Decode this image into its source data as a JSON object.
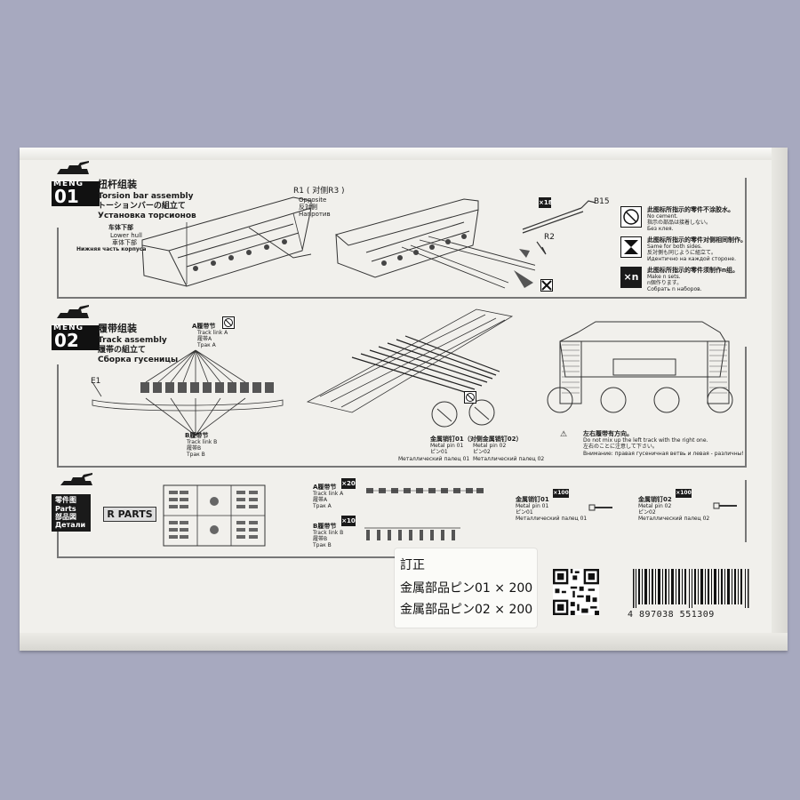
{
  "step1": {
    "brand": "MENG",
    "number": "01",
    "title_cn": "扭杆组装",
    "title_en": "Torsion bar assembly",
    "title_jp": "トーションバーの組立て",
    "title_ru": "Установка торсионов",
    "lower_hull_cn": "车体下部",
    "lower_hull_en": "Lower hull",
    "lower_hull_jp": "車体下部",
    "lower_hull_ru": "Нижняя часть корпуса",
    "r1_label": "R1 ( 对侧R3 )",
    "opposite_en": "Opposite",
    "opposite_jp": "反対側",
    "opposite_ru": "Напротив",
    "qty": "×18",
    "b15": "B15",
    "r2": "R2"
  },
  "notes": {
    "no_cement_cn": "此图标所指示的零件不涂胶水。",
    "no_cement_en": "No cement.",
    "no_cement_jp": "指示の部品は接着しない。",
    "no_cement_ru": "Без клея.",
    "same_cn": "此图标所指示的零件对侧相同制作。",
    "same_en": "Same for both sides.",
    "same_jp": "反対側も同じように組立て。",
    "same_ru": "Идентично на каждой стороне.",
    "xn_icon": "×n",
    "xn_cn": "此图标所指示的零件须制作n组。",
    "xn_en": "Make n sets.",
    "xn_jp": "n個作ります。",
    "xn_ru": "Собрать n наборов."
  },
  "step2": {
    "brand": "MENG",
    "number": "02",
    "title_cn": "履带组装",
    "title_en": "Track assembly",
    "title_jp": "履帯の組立て",
    "title_ru": "Сборка гусеницы",
    "e1": "E1",
    "link_a_cn": "A履带节",
    "link_a_en": "Track link A",
    "link_a_jp": "履帯A",
    "link_a_ru": "Трак A",
    "link_b_cn": "B履带节",
    "link_b_en": "Track link B",
    "link_b_jp": "履帯B",
    "link_b_ru": "Трак B",
    "pin_cn": "金属销钉01（对侧金属销钉02）",
    "pin_en1": "Metal pin 01",
    "pin_en2": "Metal pin 02",
    "pin_jp1": "ピン01",
    "pin_jp2": "ピン02",
    "pin_ru1": "Металлический палец 01",
    "pin_ru2": "Металлический палец 02",
    "warn_cn": "左右履带有方向。",
    "warn_en": "Do not mix up the left track with the right one.",
    "warn_jp": "左右のことに注意して下さい。",
    "warn_ru": "Внимание: правая гусеничная ветвь и левая - различны!"
  },
  "parts": {
    "title_cn": "零件图",
    "title_en": "Parts",
    "title_jp": "部品図",
    "title_ru": "Детали",
    "r_parts": "R PARTS",
    "a_cn": "A履带节",
    "a_en": "Track link A",
    "a_jp": "履帯A",
    "a_ru": "Трак A",
    "a_qty": "×20",
    "b_cn": "B履带节",
    "b_en": "Track link B",
    "b_jp": "履帯B",
    "b_ru": "Трак B",
    "b_qty": "×10",
    "pin1_cn": "金属销钉01",
    "pin1_en": "Metal pin 01",
    "pin1_jp": "ピン01",
    "pin1_ru": "Металлический палец 01",
    "pin1_qty": "×100",
    "pin2_cn": "金属销钉02",
    "pin2_en": "Metal pin 02",
    "pin2_jp": "ピン02",
    "pin2_ru": "Металлический палец 02",
    "pin2_qty": "×100"
  },
  "sticker": {
    "line1": "訂正",
    "line2": "金属部品ピン01 × 200",
    "line3": "金属部品ピン02 × 200"
  },
  "barcode": {
    "number": "4 897038 551309"
  },
  "colors": {
    "background": "#a7a9bf",
    "box": "#f1f0ec",
    "ink": "#1a1a1a"
  }
}
